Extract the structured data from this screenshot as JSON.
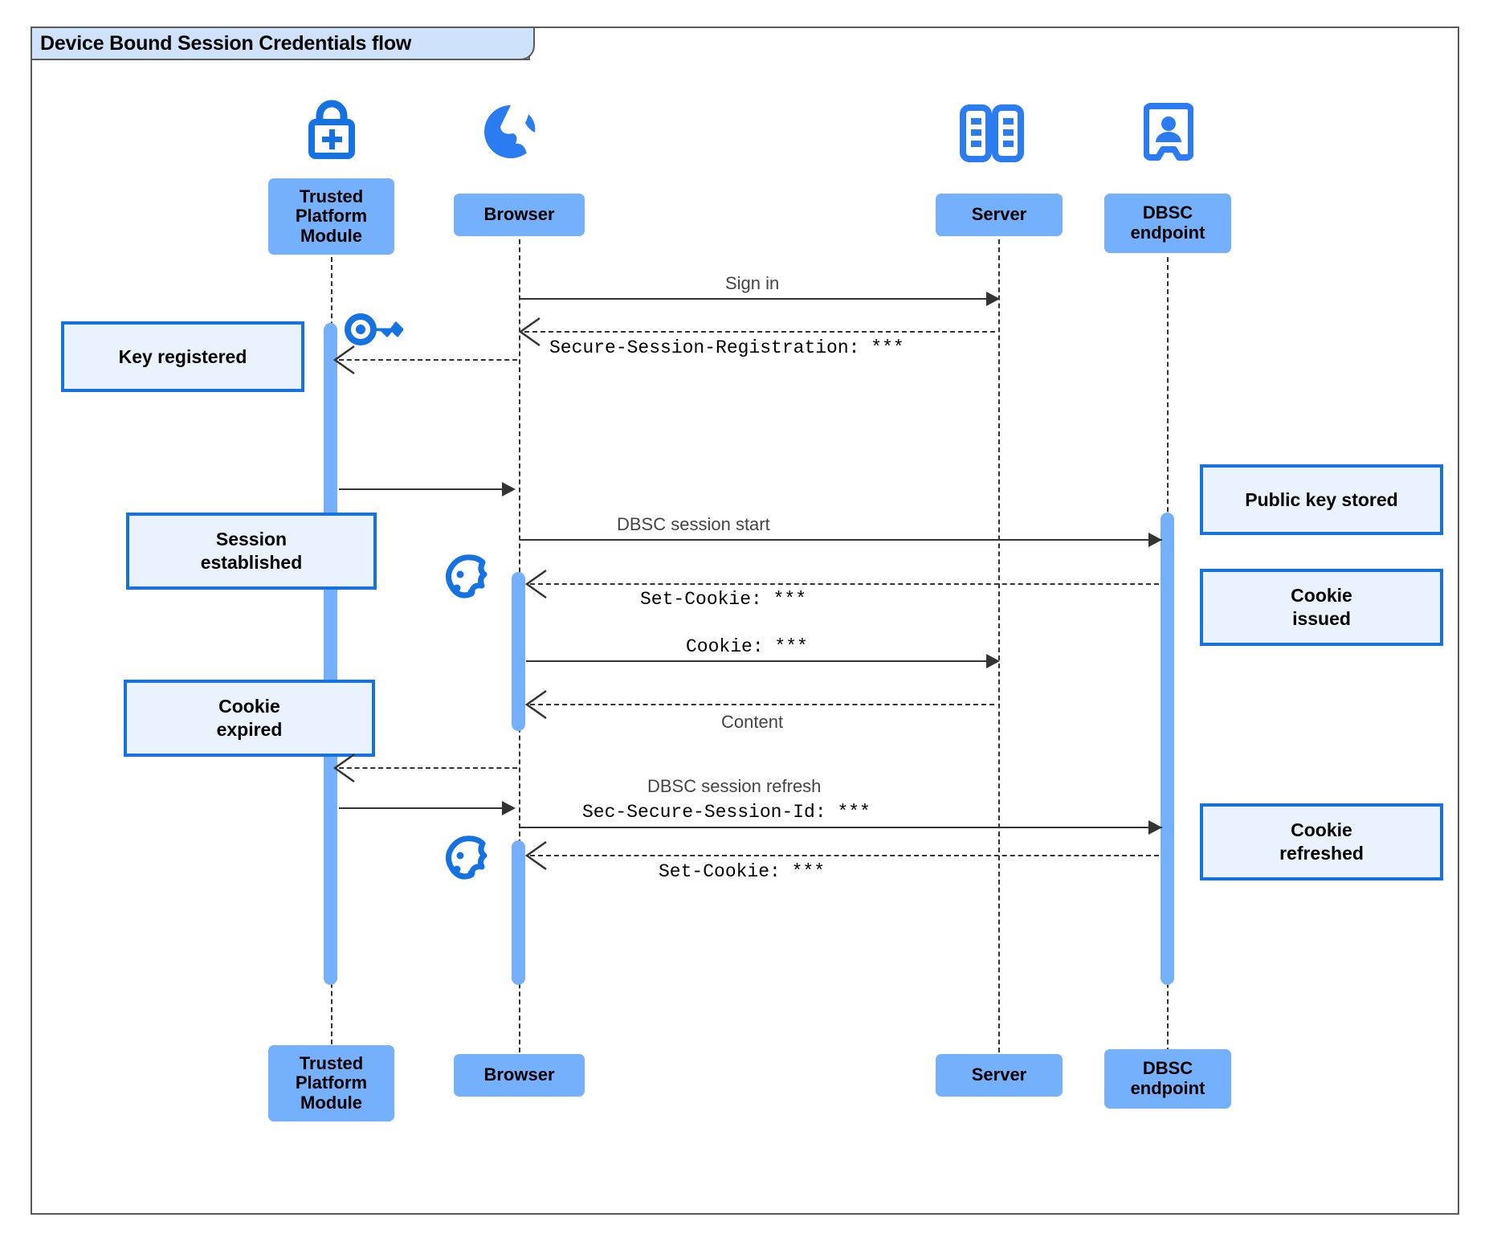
{
  "diagram": {
    "title": "Device Bound Session Credentials flow",
    "type": "sequence-diagram",
    "colors": {
      "participant_fill": "#74b0fb",
      "note_fill": "#eaf2fe",
      "note_border": "#1672e0",
      "accent": "#1672e0",
      "frame_border": "#5a5a5a",
      "frame_tab_fill": "#cfe2fb"
    }
  },
  "participants": [
    {
      "id": "tpm",
      "label": "Trusted\nPlatform\nModule",
      "icon": "padlock-plus-icon"
    },
    {
      "id": "browser",
      "label": "Browser",
      "icon": "globe-icon"
    },
    {
      "id": "server",
      "label": "Server",
      "icon": "server-rack-icon"
    },
    {
      "id": "dbsc",
      "label": "DBSC\nendpoint",
      "icon": "id-badge-icon"
    }
  ],
  "participants_top": {
    "tpm": "Trusted Platform Module",
    "browser": "Browser",
    "server": "Server",
    "dbsc": "DBSC endpoint"
  },
  "labels": {
    "tpm_l1": "Trusted",
    "tpm_l2": "Platform",
    "tpm_l3": "Module",
    "browser": "Browser",
    "server": "Server",
    "dbsc_l1": "DBSC",
    "dbsc_l2": "endpoint"
  },
  "messages": [
    {
      "id": "m1",
      "from": "browser",
      "to": "server",
      "text": "Sign in",
      "style": "solid",
      "font": "sans"
    },
    {
      "id": "m2",
      "from": "server",
      "to": "browser",
      "text": "Secure-Session-Registration: ***",
      "style": "dashed",
      "font": "mono"
    },
    {
      "id": "m3",
      "from": "browser",
      "to": "tpm",
      "text": "",
      "style": "dashed",
      "font": "sans"
    },
    {
      "id": "m4",
      "from": "tpm",
      "to": "browser",
      "text": "",
      "style": "solid",
      "font": "sans"
    },
    {
      "id": "m5",
      "from": "browser",
      "to": "dbsc",
      "text": "DBSC session start",
      "style": "solid",
      "font": "sans"
    },
    {
      "id": "m6",
      "from": "dbsc",
      "to": "browser",
      "text": "Set-Cookie: ***",
      "style": "dashed",
      "font": "mono"
    },
    {
      "id": "m7",
      "from": "browser",
      "to": "server",
      "text": "Cookie: ***",
      "style": "solid",
      "font": "mono"
    },
    {
      "id": "m8",
      "from": "server",
      "to": "browser",
      "text": "Content",
      "style": "dashed",
      "font": "sans"
    },
    {
      "id": "m9",
      "from": "browser",
      "to": "tpm",
      "text": "",
      "style": "dashed",
      "font": "sans"
    },
    {
      "id": "m10",
      "from": "tpm",
      "to": "browser",
      "text": "",
      "style": "solid",
      "font": "sans"
    },
    {
      "id": "m11",
      "from": "browser",
      "to": "dbsc",
      "text": "DBSC session refresh",
      "style": "solid",
      "font": "sans"
    },
    {
      "id": "m11b",
      "from": "browser",
      "to": "dbsc",
      "text": "Sec-Secure-Session-Id: ***",
      "style": "solid",
      "font": "mono"
    },
    {
      "id": "m12",
      "from": "dbsc",
      "to": "browser",
      "text": "Set-Cookie: ***",
      "style": "dashed",
      "font": "mono"
    }
  ],
  "notes": [
    {
      "id": "n1",
      "side": "left",
      "text_l1": "Key registered",
      "text_l2": ""
    },
    {
      "id": "n2",
      "side": "left",
      "text_l1": "Session",
      "text_l2": "established"
    },
    {
      "id": "n3",
      "side": "left",
      "text_l1": "Cookie",
      "text_l2": "expired"
    },
    {
      "id": "n4",
      "side": "right",
      "text_l1": "Public key stored",
      "text_l2": ""
    },
    {
      "id": "n5",
      "side": "right",
      "text_l1": "Cookie",
      "text_l2": "issued"
    },
    {
      "id": "n6",
      "side": "right",
      "text_l1": "Cookie",
      "text_l2": "refreshed"
    }
  ],
  "inline_icons": [
    {
      "id": "key1",
      "name": "key-icon",
      "near": "tpm"
    },
    {
      "id": "cookie1",
      "name": "cookie-icon",
      "near": "browser"
    },
    {
      "id": "cookie2",
      "name": "cookie-icon",
      "near": "browser"
    }
  ]
}
